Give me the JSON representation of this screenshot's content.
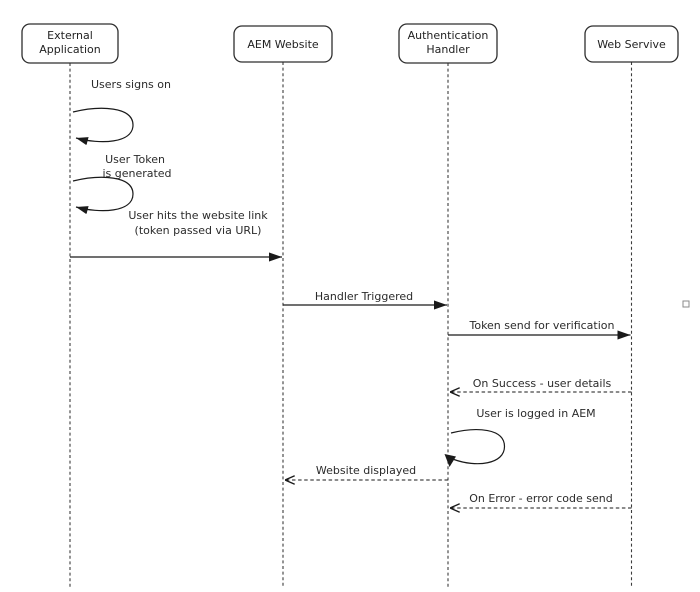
{
  "diagram_type": "uml-sequence-diagram",
  "colors": {
    "background": "#ffffff",
    "line": "#1a1a1a",
    "lifeline": "#3d3d3d",
    "text": "#2b2b2b",
    "box_border": "#2e2e2e",
    "box_fill": "#ffffff",
    "small_square_border": "#8a8a8a"
  },
  "icons": {
    "small_square_marker": "outline-square"
  },
  "actors": [
    {
      "id": "external-application",
      "line1": "External",
      "line2": "Application"
    },
    {
      "id": "aem-website",
      "label": "AEM Website"
    },
    {
      "id": "authentication-handler",
      "line1": "Authentication",
      "line2": "Handler"
    },
    {
      "id": "web-servive",
      "label": "Web Servive"
    }
  ],
  "messages": [
    {
      "from": "external-application",
      "to": "external-application",
      "kind": "self-loop",
      "label": "Users signs on"
    },
    {
      "from": "external-application",
      "to": "external-application",
      "kind": "self-loop",
      "line1": "User Token",
      "line2": "is generated"
    },
    {
      "from": "external-application",
      "to": "aem-website",
      "kind": "solid-arrow",
      "line1": "User hits the website link",
      "line2": "(token passed via URL)"
    },
    {
      "from": "aem-website",
      "to": "authentication-handler",
      "kind": "solid-arrow",
      "label": "Handler Triggered"
    },
    {
      "from": "authentication-handler",
      "to": "web-servive",
      "kind": "solid-arrow",
      "label": "Token send for verification"
    },
    {
      "from": "web-servive",
      "to": "authentication-handler",
      "kind": "dashed-return",
      "label": "On Success - user details"
    },
    {
      "from": "authentication-handler",
      "to": "authentication-handler",
      "kind": "self-loop",
      "label": "User is logged in AEM"
    },
    {
      "from": "authentication-handler",
      "to": "aem-website",
      "kind": "dashed-return",
      "label": "Website displayed"
    },
    {
      "from": "web-servive",
      "to": "authentication-handler",
      "kind": "dashed-return",
      "label": "On Error - error code send"
    }
  ]
}
